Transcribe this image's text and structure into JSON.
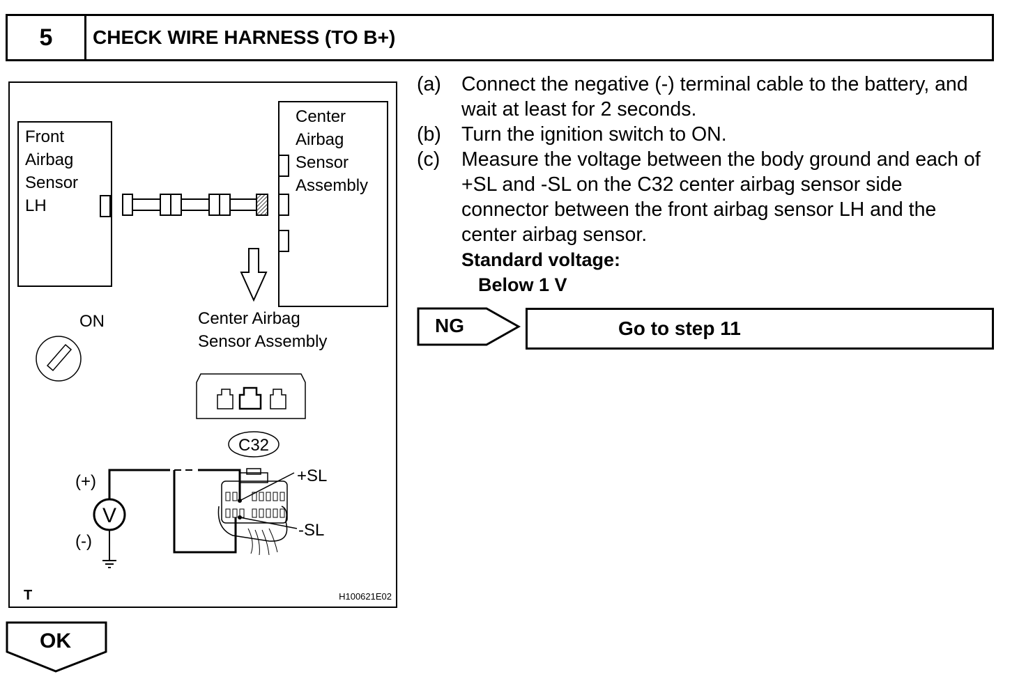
{
  "header": {
    "step_number": "5",
    "title": "CHECK WIRE HARNESS (TO B+)"
  },
  "figure": {
    "front_sensor_lines": [
      "Front",
      "Airbag",
      "Sensor",
      "LH"
    ],
    "center_sensor_lines": [
      "Center",
      "Airbag",
      "Sensor",
      "Assembly"
    ],
    "ignition_label": "ON",
    "connector_caption_lines": [
      "Center Airbag",
      "Sensor Assembly"
    ],
    "connector_code": "C32",
    "pos_meter": "(+)",
    "neg_meter": "(-)",
    "meter_symbol": "V",
    "pos_terminal": "+SL",
    "neg_terminal": "-SL",
    "corner_mark": "T",
    "figure_id": "H100621E02"
  },
  "steps": [
    {
      "label": "(a)",
      "text": "Connect the negative (-) terminal cable to the battery, and wait at least for 2 seconds."
    },
    {
      "label": "(b)",
      "text": "Turn the ignition switch to ON."
    },
    {
      "label": "(c)",
      "text": "Measure the voltage between the body ground and each of +SL and -SL on the C32 center airbag sensor side connector between the front airbag sensor LH and the center airbag sensor."
    }
  ],
  "standard": {
    "heading": "Standard voltage:",
    "value": "Below 1 V"
  },
  "ng": {
    "label": "NG",
    "action": "Go to step 11"
  },
  "ok": {
    "label": "OK"
  }
}
